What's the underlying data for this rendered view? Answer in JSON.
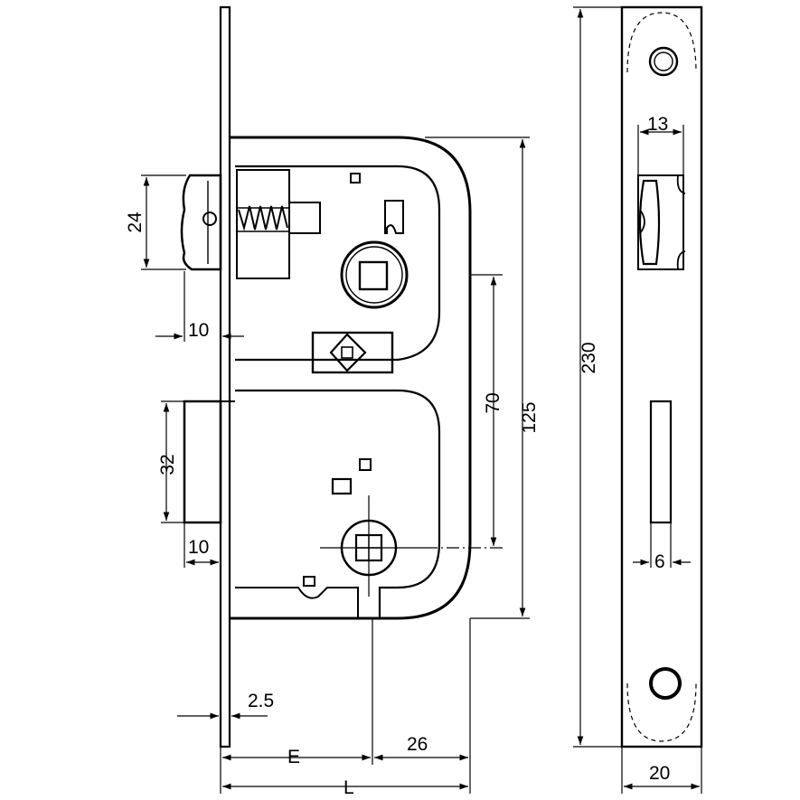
{
  "drawing": {
    "labels": {
      "latch_height": "24",
      "latch_throw": "10",
      "bolt_height": "32",
      "bolt_throw": "10",
      "faceplate_thickness": "2.5",
      "backset": "E",
      "hub_to_back": "26",
      "total_length": "L",
      "centers": "70",
      "case_height": "125",
      "faceplate_height": "230",
      "latch_slot_width": "13",
      "bolt_slot_width": "6",
      "faceplate_width": "20"
    }
  }
}
